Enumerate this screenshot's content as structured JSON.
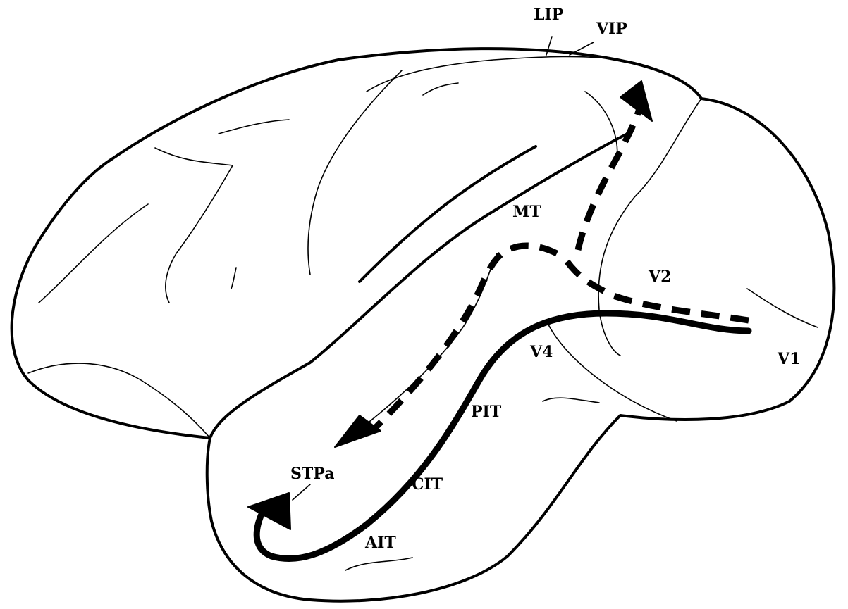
{
  "labels": {
    "lip": "LIP",
    "vip": "VIP",
    "mt": "MT",
    "v2": "V2",
    "v1": "V1",
    "v4": "V4",
    "pit": "PIT",
    "stpa": "STPa",
    "cit": "CIT",
    "ait": "AIT"
  }
}
